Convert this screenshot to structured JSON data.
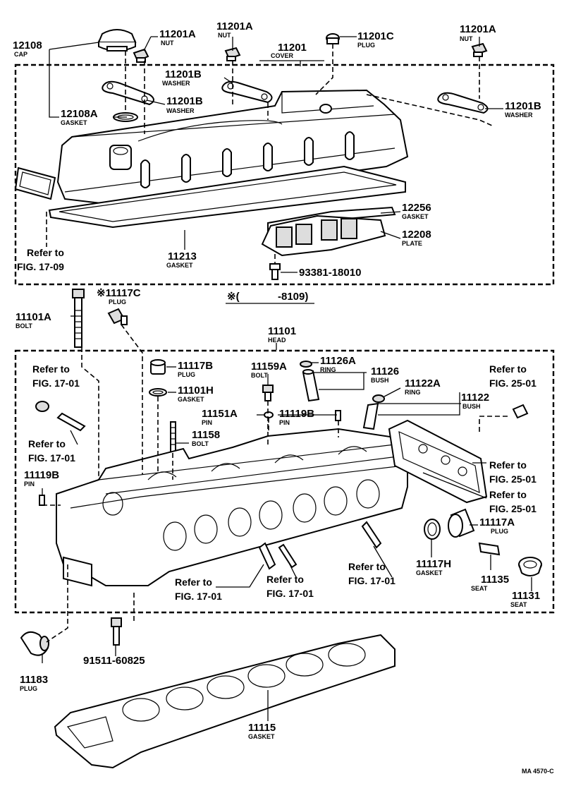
{
  "callouts": {
    "cap": {
      "num": "12108",
      "name": "CAP"
    },
    "nut_cap": {
      "num": "11201A",
      "name": "NUT"
    },
    "nut_mid": {
      "num": "11201A",
      "name": "NUT"
    },
    "cover": {
      "num": "11201",
      "name": "COVER"
    },
    "plug_cover": {
      "num": "11201C",
      "name": "PLUG"
    },
    "nut_right": {
      "num": "11201A",
      "name": "NUT"
    },
    "washer_top": {
      "num": "11201B",
      "name": "WASHER"
    },
    "washer_left": {
      "num": "11201B",
      "name": "WASHER"
    },
    "washer_right": {
      "num": "11201B",
      "name": "WASHER"
    },
    "gasket_cap": {
      "num": "12108A",
      "name": "GASKET"
    },
    "gasket_plate": {
      "num": "12256",
      "name": "GASKET"
    },
    "plate": {
      "num": "12208",
      "name": "PLATE"
    },
    "gasket_cover": {
      "num": "11213",
      "name": "GASKET"
    },
    "bolt_plate": {
      "num": "93381-18010"
    },
    "plug_11117c": {
      "num": "※11117C",
      "name": "PLUG"
    },
    "bolt_head": {
      "num": "11101A",
      "name": "BOLT"
    },
    "head": {
      "num": "11101",
      "name": "HEAD"
    },
    "plug_11117b": {
      "num": "11117B",
      "name": "PLUG"
    },
    "gasket_11101h": {
      "num": "11101H",
      "name": "GASKET"
    },
    "bolt_11159a": {
      "num": "11159A",
      "name": "BOLT"
    },
    "ring_11126a": {
      "num": "11126A",
      "name": "RING"
    },
    "bush_11126": {
      "num": "11126",
      "name": "BUSH"
    },
    "ring_11122a": {
      "num": "11122A",
      "name": "RING"
    },
    "bush_11122": {
      "num": "11122",
      "name": "BUSH"
    },
    "pin_11151a": {
      "num": "11151A",
      "name": "PIN"
    },
    "pin_11119b_top": {
      "num": "11119B",
      "name": "PIN"
    },
    "bolt_11158": {
      "num": "11158",
      "name": "BOLT"
    },
    "pin_11119b_left": {
      "num": "11119B",
      "name": "PIN"
    },
    "plug_11117a": {
      "num": "11117A",
      "name": "PLUG"
    },
    "gasket_11117h": {
      "num": "11117H",
      "name": "GASKET"
    },
    "seat_11135": {
      "num": "11135",
      "name": "SEAT"
    },
    "seat_11131": {
      "num": "11131",
      "name": "SEAT"
    },
    "bolt_91511": {
      "num": "91511-60825"
    },
    "plug_11183": {
      "num": "11183",
      "name": "PLUG"
    },
    "gasket_11115": {
      "num": "11115",
      "name": "GASKET"
    }
  },
  "references": {
    "label": "Refer to",
    "r1709": "FIG. 17-09",
    "r1701a": "FIG. 17-01",
    "r1701b": "FIG. 17-01",
    "r1701c": "FIG. 17-01",
    "r1701d": "FIG. 17-01",
    "r1701e": "FIG. 17-01",
    "r2501a": "FIG. 25-01",
    "r2501b": "FIG. 25-01",
    "r2501c": "FIG. 25-01"
  },
  "note": {
    "prefix": "※(",
    "value": "-8109)"
  },
  "footer_code": "MA 4570-C"
}
